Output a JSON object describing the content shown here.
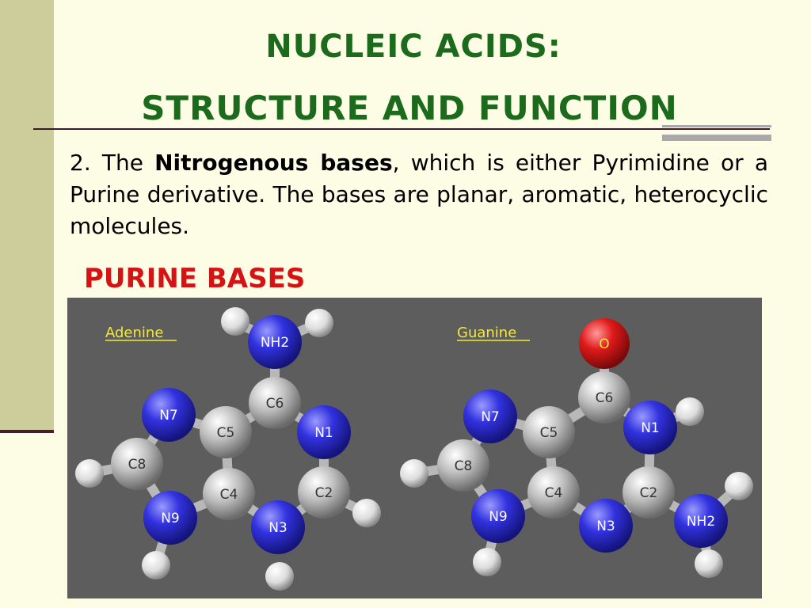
{
  "slide": {
    "title_line1": "Nucleic acids:",
    "title_line2": "Structure and Function",
    "body_prefix": "2. The ",
    "body_bold": "Nitrogenous bases",
    "body_suffix": ", which is either Pyrimidine or a Purine derivative. The bases are planar, aromatic, heterocyclic molecules.",
    "section_heading": "Purine bases"
  },
  "molecules": {
    "adenine": {
      "label": "Adenine",
      "atoms": {
        "nh2": "NH2",
        "c6": "C6",
        "n1": "N1",
        "c5": "C5",
        "n7": "N7",
        "c8": "C8",
        "c4": "C4",
        "c2": "C2",
        "n9": "N9",
        "n3": "N3"
      }
    },
    "guanine": {
      "label": "Guanine",
      "atoms": {
        "o": "O",
        "c6": "C6",
        "n7": "N7",
        "n1": "N1",
        "c5": "C5",
        "c8": "C8",
        "c4": "C4",
        "c2": "C2",
        "n9": "N9",
        "n3": "N3",
        "nh2": "NH2"
      }
    }
  },
  "colors": {
    "title_green": "#1c6a1c",
    "heading_red": "#d41414",
    "panel_grey": "#5d5d5d",
    "nitrogen_blue": "#2b2bd6",
    "carbon_grey": "#b4b4b4",
    "oxygen_red": "#d81a1a",
    "hydrogen_white": "#e8e8e8",
    "label_yellow": "#f2e93a"
  }
}
